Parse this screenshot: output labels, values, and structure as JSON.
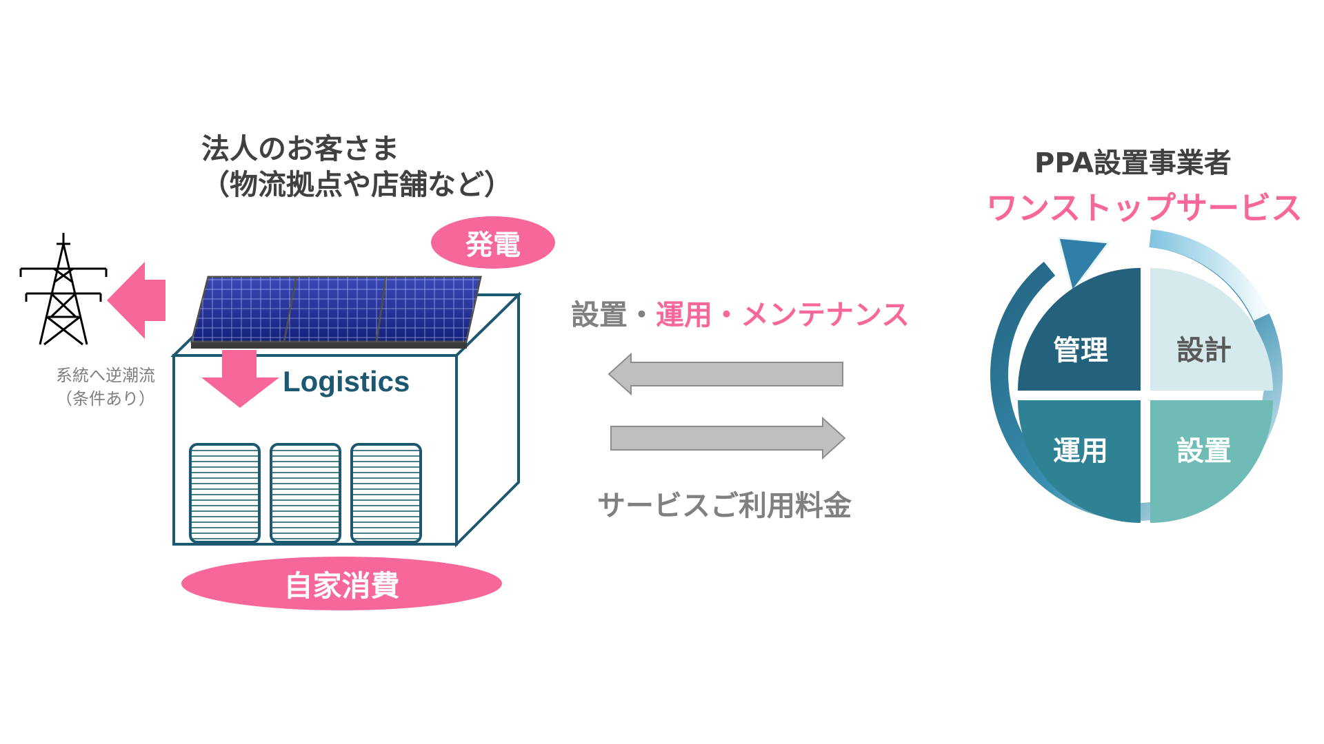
{
  "customer": {
    "title": "法人のお客さま",
    "subtitle": "（物流拠点や店舗など）"
  },
  "generation_label": "発電",
  "self_consumption_label": "自家消費",
  "grid_note": {
    "line1": "系統へ逆潮流",
    "line2": "（条件あり）"
  },
  "building_sign": "Logistics",
  "services": {
    "part1": "設置・",
    "part2": "運用・メンテナンス"
  },
  "fee_label": "サービスご利用料金",
  "ppa": {
    "title": "PPA設置事業者",
    "subtitle": "ワンストップサービス",
    "quadrants": {
      "top_left": "管理",
      "top_right": "設計",
      "bottom_left": "運用",
      "bottom_right": "設置"
    }
  },
  "colors": {
    "pink": "#f8679a",
    "teal_dark": "#23617c",
    "teal_mid": "#2e8294",
    "teal_light": "#6fbbb5",
    "teal_pale": "#d6eaee",
    "gray_arrow": "#bfbfbf",
    "building_outline": "#1c5870"
  }
}
